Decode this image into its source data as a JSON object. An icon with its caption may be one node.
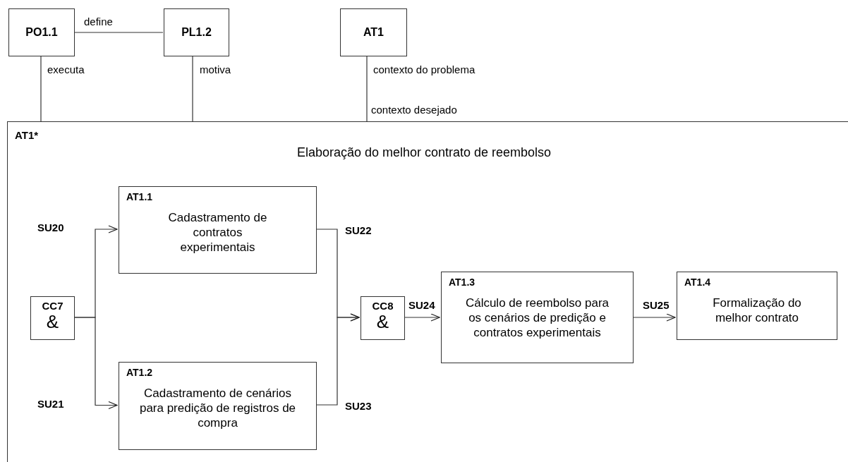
{
  "diagram": {
    "nodes": [
      {
        "text": [
          "PO1.1"
        ]
      },
      {
        "text": [
          "PL1.2"
        ]
      },
      {
        "text": [
          "AT1"
        ]
      },
      {
        "text": [
          "AT1*",
          "Elaboração do melhor contrato de reembolso"
        ]
      },
      {
        "text": [
          "AT1.1",
          "Cadastramento de contratos experimentais"
        ],
        "in": 3
      },
      {
        "text": [
          "AT1.2",
          "Cadastramento de cenários para predição de registros de compra"
        ],
        "in": 3
      },
      {
        "text": [
          "CC7",
          "&"
        ],
        "in": 3
      },
      {
        "text": [
          "CC8",
          "&"
        ],
        "in": 3
      },
      {
        "text": [
          "AT1.3",
          "Cálculo de reembolso para os cenários de predição e contratos experimentais"
        ],
        "in": 3
      },
      {
        "text": [
          "AT1.4",
          "Formalização do melhor contrato"
        ],
        "in": 3
      }
    ],
    "edges": [
      {
        "from": 0,
        "to": 1,
        "arrow": "none",
        "label": "define"
      },
      {
        "from": 0,
        "to": 3,
        "arrow": "none",
        "label": "executa"
      },
      {
        "from": 1,
        "to": 3,
        "arrow": "none",
        "label": "motiva"
      },
      {
        "from": 2,
        "to": 3,
        "arrow": "none",
        "label": "contexto do problema"
      },
      {
        "from": 6,
        "to": 4,
        "arrow": "to",
        "label": "SU20"
      },
      {
        "from": 6,
        "to": 5,
        "arrow": "to",
        "label": "SU21"
      },
      {
        "from": 4,
        "to": 7,
        "arrow": "to",
        "label": "SU22"
      },
      {
        "from": 5,
        "to": 7,
        "arrow": "to",
        "label": "SU23"
      },
      {
        "from": 7,
        "to": 8,
        "arrow": "to",
        "label": "SU24"
      },
      {
        "from": 8,
        "to": 9,
        "arrow": "to",
        "label": "SU25"
      }
    ],
    "labels": [
      "contexto desejado"
    ]
  }
}
